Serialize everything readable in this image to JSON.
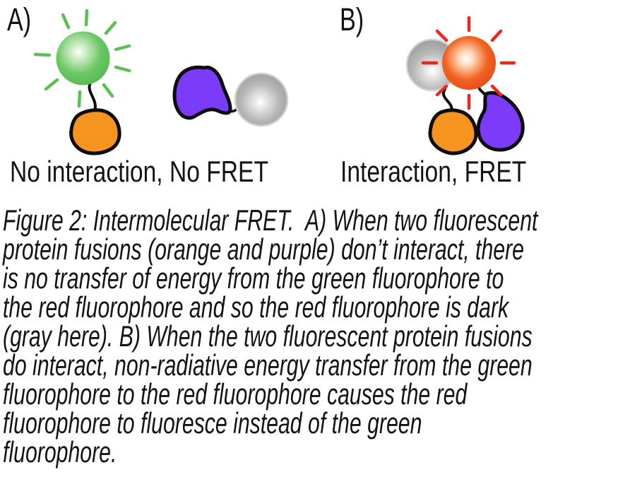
{
  "figure": {
    "panel_a": {
      "label": "A)",
      "caption": "No interaction, No FRET"
    },
    "panel_b": {
      "label": "B)",
      "caption": "Interaction, FRET"
    },
    "caption_lines": [
      "Figure 2: Intermolecular FRET.  A) When two fluorescent",
      "protein fusions (orange and purple) don’t interact, there",
      "is no transfer of energy from the green fluorophore to",
      "the red fluorophore and so the red fluorophore is dark",
      "(gray here). B) When the two fluorescent protein fusions",
      "do interact, non-radiative energy transfer from the green",
      "fluorophore to the red fluorophore causes the red",
      "fluorophore to fluoresce instead of the green",
      "fluorophore."
    ]
  },
  "colors": {
    "green": "#4fb44b",
    "green_ray": "#5abf54",
    "orange": "#f5941f",
    "purple": "#7c3bf8",
    "red": "#e63d16",
    "red_ray": "#e8281e",
    "gray": "#8f8f8f",
    "gray_rim": "#d2d2d2",
    "outline": "#0d0d0d",
    "text": "#141414"
  }
}
